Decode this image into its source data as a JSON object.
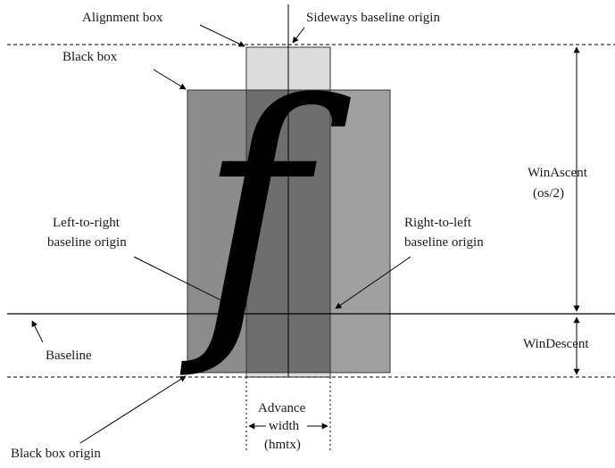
{
  "labels": {
    "alignment_box": "Alignment box",
    "sideways_origin": "Sideways baseline origin",
    "black_box": "Black box",
    "win_ascent_line1": "WinAscent",
    "win_ascent_line2": "(os/2)",
    "ltr_line1": "Left-to-right",
    "ltr_line2": "baseline origin",
    "rtl_line1": "Right-to-left",
    "rtl_line2": "baseline origin",
    "baseline": "Baseline",
    "win_descent": "WinDescent",
    "advance_line1": "Advance",
    "advance_line2": "width",
    "advance_line3": "(hmtx)",
    "black_box_origin": "Black box origin"
  },
  "glyph": "f",
  "colors": {
    "alignment_box_light": "#dcdcdc",
    "black_box": "#8c8c8c",
    "overlap": "#6e6e6e",
    "right_strip": "#a0a0a0",
    "line": "#000000"
  }
}
